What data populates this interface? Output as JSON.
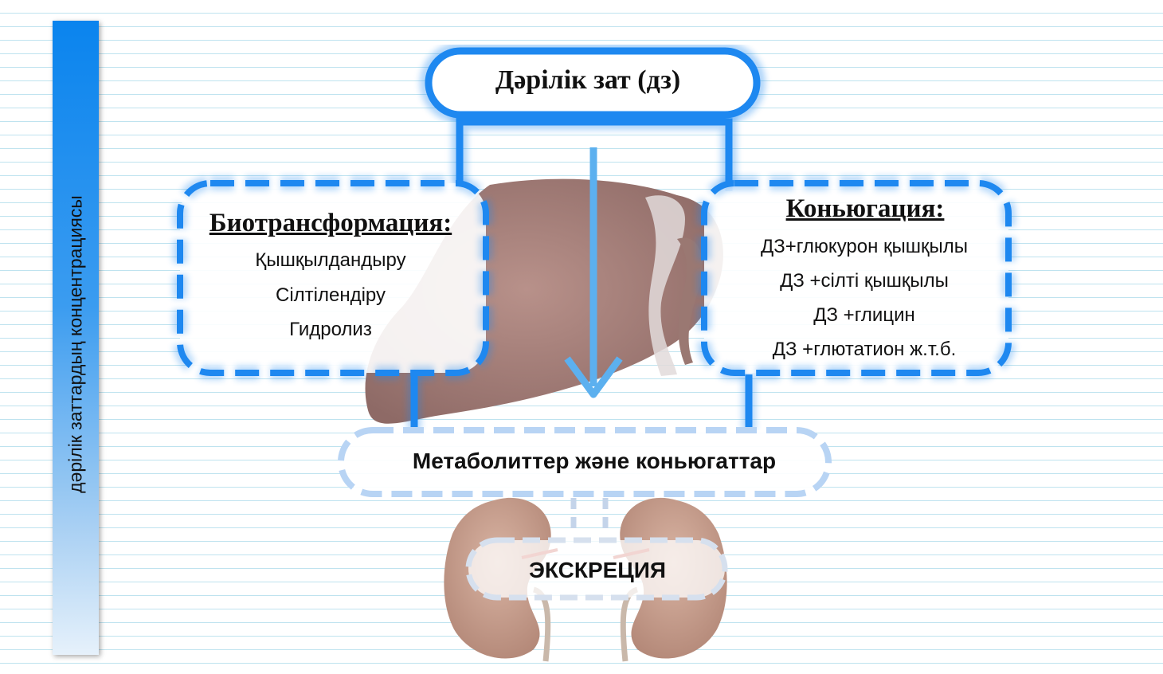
{
  "side_label": "дәрілік заттардың концентрациясы",
  "drug": {
    "title": "Дәрілік зат (дз)"
  },
  "biotransformation": {
    "title": "Биотрансформация:",
    "items": [
      "Қышқылдандыру",
      "Сілтілендіру",
      "Гидролиз"
    ]
  },
  "conjugation": {
    "title": "Коньюгация:",
    "items": [
      "ДЗ+глюкурон қышқылы",
      "ДЗ +сілті қышқылы",
      "ДЗ +глицин",
      "ДЗ +глютатион ж.т.б."
    ]
  },
  "metabolites": {
    "label": "Метаболиттер және коньюгаттар"
  },
  "excretion": {
    "label": "ЭКСКРЕЦИЯ"
  },
  "colors": {
    "accent": "#1e88f0",
    "light_accent": "#b8d4f4",
    "liver": "#a8807a",
    "kidney": "#c49a88"
  },
  "icons": [
    "liver-illustration",
    "kidney-illustration",
    "down-arrow"
  ]
}
